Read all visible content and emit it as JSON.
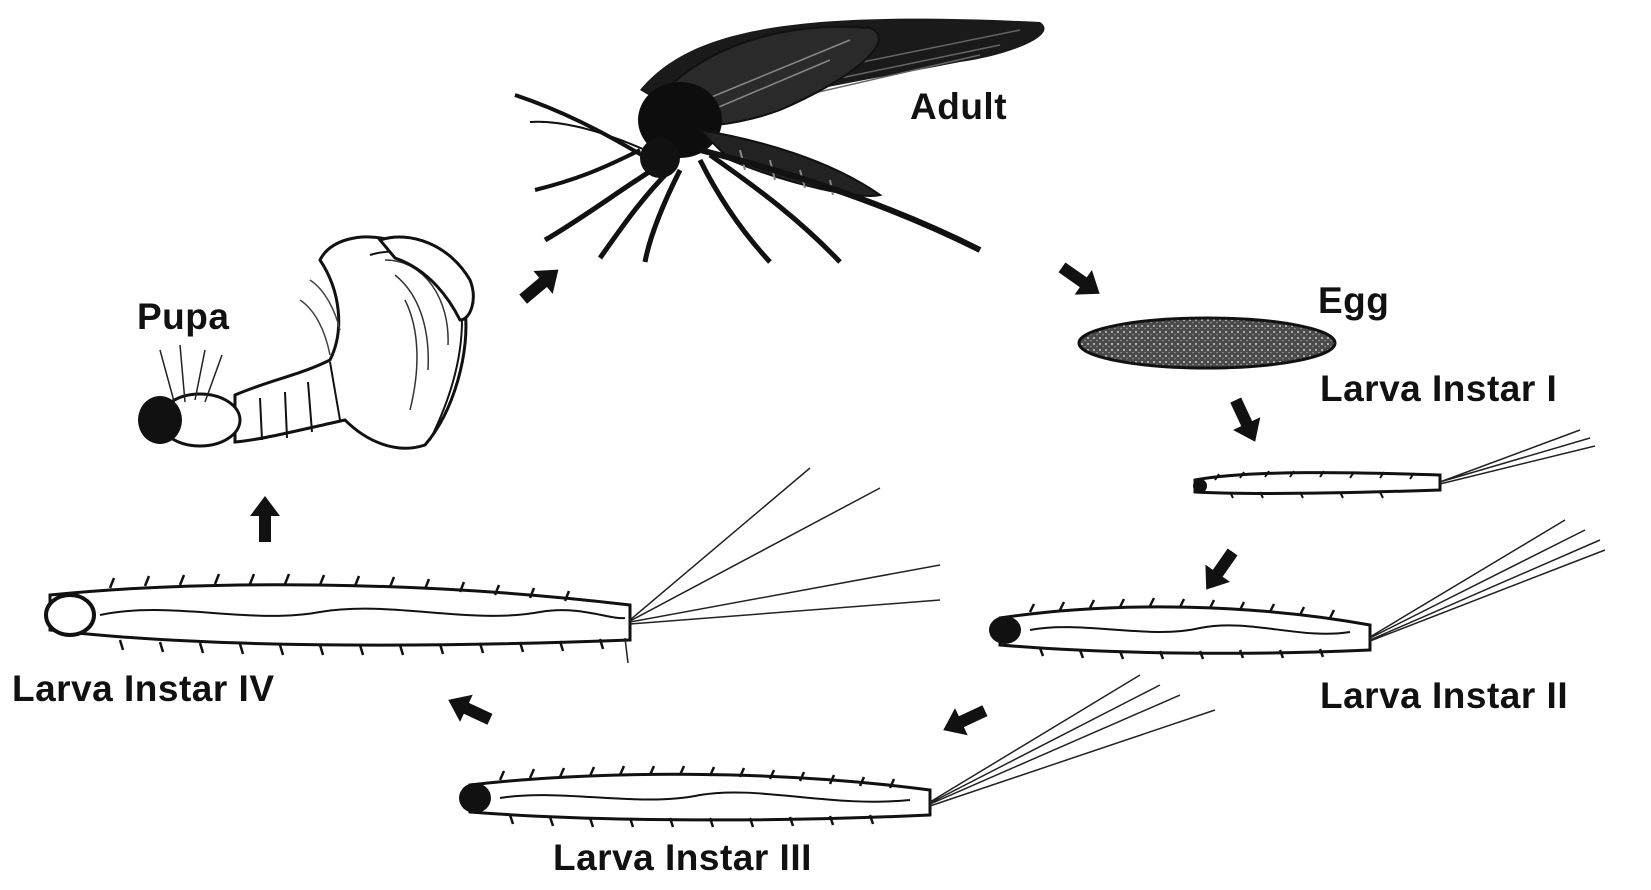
{
  "labels": {
    "adult": "Adult",
    "egg": "Egg",
    "larva_1": "Larva Instar I",
    "larva_2": "Larva Instar II",
    "larva_3": "Larva Instar III",
    "larva_4": "Larva Instar IV",
    "pupa": "Pupa"
  },
  "colors": {
    "ink": "#111111",
    "background": "#ffffff"
  },
  "icons": {
    "adult": "mosquito-icon",
    "egg": "egg-icon",
    "larva": "larva-icon",
    "pupa": "pupa-icon",
    "arrow": "arrow-icon"
  }
}
